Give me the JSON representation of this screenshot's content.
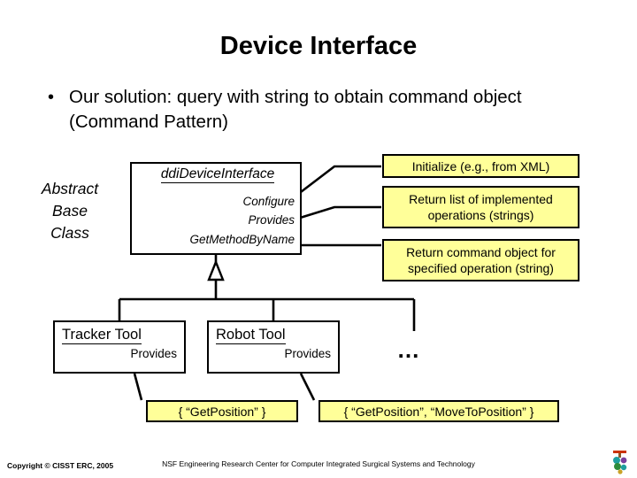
{
  "slide": {
    "title": "Device Interface",
    "bullet": {
      "marker": "•",
      "text": "Our solution:  query with string to obtain command object (Command Pattern)"
    }
  },
  "diagram": {
    "abstract_label": "Abstract\nBase\nClass",
    "interface": {
      "name": "ddiDeviceInterface",
      "methods": [
        "Configure",
        "Provides",
        "GetMethodByName"
      ]
    },
    "callouts": [
      "Initialize (e.g., from XML)",
      "Return list of implemented operations (strings)",
      "Return command object for specified operation (string)"
    ],
    "subclasses": [
      {
        "name": "Tracker Tool",
        "member": "Provides"
      },
      {
        "name": "Robot Tool",
        "member": "Provides"
      }
    ],
    "results": [
      "{ “GetPosition” }",
      "{ “GetPosition”, “MoveToPosition” }"
    ],
    "ellipsis": "…",
    "colors": {
      "callout_fill": "#ffff99",
      "box_stroke": "#000000",
      "background": "#ffffff"
    }
  },
  "footer": {
    "copyright": "Copyright © CISST ERC, 2005",
    "center": "NSF Engineering Research Center for Computer Integrated Surgical Systems and Technology",
    "logo": "cisst-erc-logo"
  }
}
